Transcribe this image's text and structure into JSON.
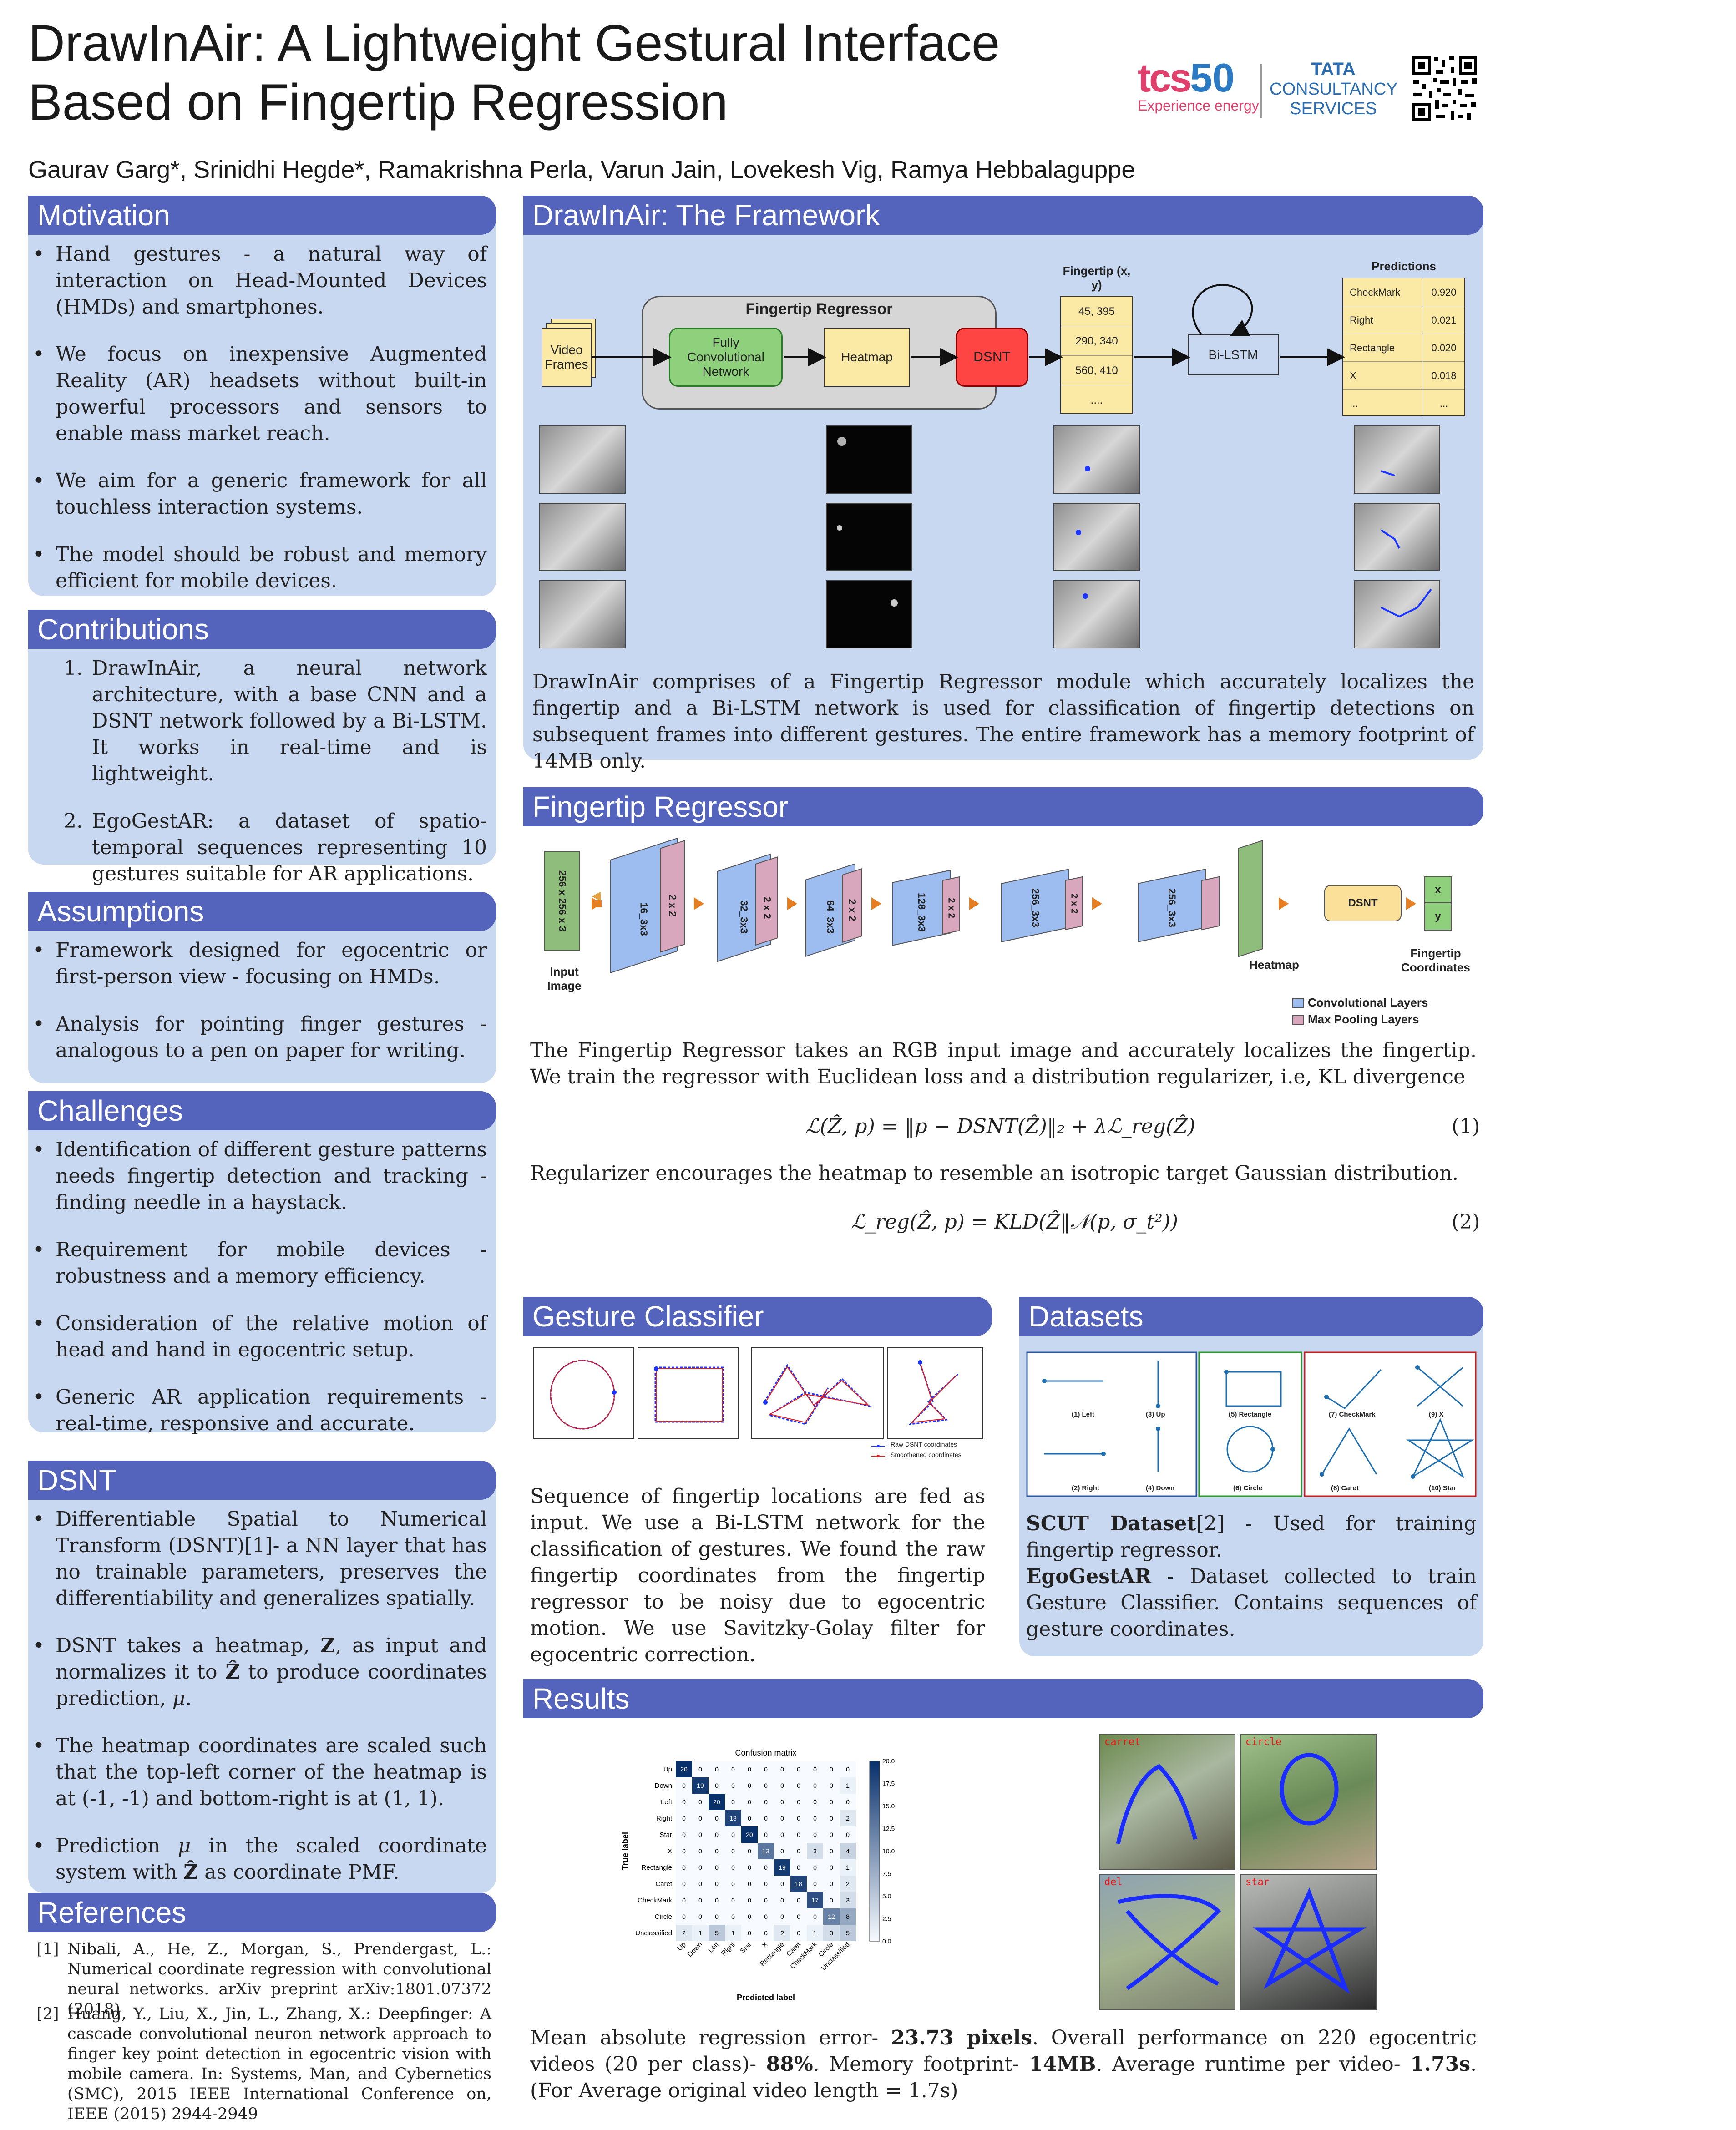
{
  "header": {
    "title_line1": "DrawInAir: A Lightweight Gestural Interface",
    "title_line2": "Based on Fingertip Regression",
    "authors": "Gaurav Garg*, Srinidhi Hegde*, Ramakrishna Perla, Varun Jain, Lovekesh Vig, Ramya Hebbalaguppe",
    "logo_tcs": "tcs",
    "logo_num": "50",
    "logo_tagline": "Experience energy",
    "logo_tata": "TATA",
    "logo_cons": "CONSULTANCY",
    "logo_serv": "SERVICES"
  },
  "motivation": {
    "heading": "Motivation",
    "items": [
      "Hand gestures - a natural way of interaction on Head-Mounted Devices (HMDs) and smartphones.",
      "We focus on inexpensive Augmented Reality (AR) headsets without built-in powerful processors and sensors to enable mass market reach.",
      "We aim for a generic framework for all touchless interaction systems.",
      "The model should be robust and memory efficient for mobile devices."
    ]
  },
  "contributions": {
    "heading": "Contributions",
    "items": [
      {
        "num": "1.",
        "text": "DrawInAir, a neural network architecture, with a base CNN and a DSNT network followed by a Bi-LSTM. It works in real-time and is lightweight."
      },
      {
        "num": "2.",
        "text": "EgoGestAR: a dataset of spatio-temporal sequences representing 10 gestures suitable for AR applications."
      }
    ]
  },
  "assumptions": {
    "heading": "Assumptions",
    "items": [
      "Framework designed for egocentric or first-person view - focusing on HMDs.",
      "Analysis for pointing finger gestures - analogous to a pen on paper for writing."
    ]
  },
  "challenges": {
    "heading": "Challenges",
    "items": [
      "Identification of different gesture patterns needs fingertip detection and tracking - finding needle in a haystack.",
      "Requirement for mobile devices - robustness and a memory efficiency.",
      "Consideration of the relative motion of head and hand in egocentric setup.",
      "Generic AR application requirements - real-time, responsive and accurate."
    ]
  },
  "dsnt": {
    "heading": "DSNT",
    "i1": "Differentiable Spatial to Numerical Transform (DSNT)[1]- a NN layer that has no trainable parameters, preserves the differentiability and generalizes spatially.",
    "i2a": "DSNT takes a heatmap, ",
    "i2b": "Z",
    "i2c": ", as input and normalizes it to ",
    "i2d": "Ẑ",
    "i2e": " to produce coordinates prediction, ",
    "i2f": "μ",
    "i2g": ".",
    "i3": "The heatmap coordinates are scaled such that the top-left corner of the heatmap is at (-1, -1) and bottom-right is at (1, 1).",
    "i4a": "Prediction ",
    "i4b": "μ",
    "i4c": " in the scaled coordinate system with ",
    "i4d": "Ẑ",
    "i4e": " as coordinate PMF."
  },
  "references": {
    "heading": "References",
    "items": [
      {
        "num": "[1]",
        "text": "Nibali, A., He, Z., Morgan, S., Prendergast, L.: Numerical coordinate regression with convolutional neural networks. arXiv preprint arXiv:1801.07372 (2018)"
      },
      {
        "num": "[2]",
        "text": "Huang, Y., Liu, X., Jin, L., Zhang, X.: Deepfinger: A cascade convolutional neuron network approach to finger key point detection in egocentric vision with mobile camera. In: Systems, Man, and Cybernetics (SMC), 2015 IEEE International Conference on, IEEE (2015) 2944-2949"
      }
    ]
  },
  "framework": {
    "heading": "DrawInAir: The Framework",
    "video": "Video Frames",
    "regressor_title": "Fingertip Regressor",
    "fcn": "Fully Convolutional Network",
    "heatmap": "Heatmap",
    "dsnt": "DSNT",
    "fingertip_label": "Fingertip (x, y)",
    "coords": [
      "45, 395",
      "290, 340",
      "560, 410",
      "...."
    ],
    "bilstm": "Bi-LSTM",
    "predictions_label": "Predictions",
    "predictions": [
      [
        "CheckMark",
        "0.920"
      ],
      [
        "Right",
        "0.021"
      ],
      [
        "Rectangle",
        "0.020"
      ],
      [
        "X",
        "0.018"
      ],
      [
        "...",
        "..."
      ]
    ],
    "caption": "DrawInAir comprises of a Fingertip Regressor module which accurately localizes the fingertip and a Bi-LSTM network is used for classification of fingertip detections on subsequent frames into different gestures. The entire framework has a memory footprint of 14MB only."
  },
  "regressor": {
    "heading": "Fingertip Regressor",
    "input": "256 x 256 x 3",
    "input_label": "Input Image",
    "conv": [
      "16_3x3",
      "32_3x3",
      "64_3x3",
      "128_3x3",
      "256_3x3",
      "256_3x3"
    ],
    "pool": "2 x 2",
    "heatmap": "Heatmap",
    "dsnt": "DSNT",
    "x": "x",
    "y": "y",
    "output_label": "Fingertip Coordinates",
    "legend_conv": "Convolutional Layers",
    "legend_pool": "Max Pooling Layers",
    "p1": "The Fingertip Regressor takes an RGB input image and accurately localizes the fingertip. We train the regressor with Euclidean loss and a distribution regularizer, i.e, KL divergence",
    "eq1": "ℒ(Ẑ, p) = ‖p − DSNT(Ẑ)‖₂ + λℒ_reg(Ẑ)",
    "eq1_num": "(1)",
    "p2": "Regularizer encourages the heatmap to resemble an isotropic target Gaussian distribution.",
    "eq2": "ℒ_reg(Ẑ, p) = KLD(Ẑ‖𝒩(p, σ_t²))",
    "eq2_num": "(2)"
  },
  "classifier": {
    "heading": "Gesture Classifier",
    "legend_raw": "Raw DSNT coordinates",
    "legend_smooth": "Smoothened coordinates",
    "text": "Sequence of fingertip locations are fed as input. We use a Bi-LSTM network for the classification of gestures. We found the raw fingertip coordinates from the fingertip regressor to be noisy due to egocentric motion. We use Savitzky-Golay filter for egocentric correction."
  },
  "datasets": {
    "heading": "Datasets",
    "gestures": [
      "(1) Left",
      "(3) Up",
      "(5) Rectangle",
      "(7) CheckMark",
      "(9) X",
      "(2) Right",
      "(4) Down",
      "(6) Circle",
      "(8) Caret",
      "(10) Star"
    ],
    "scut": "SCUT Dataset",
    "scut_rest": "[2] - Used for training fingertip regressor.",
    "ego": "EgoGestAR",
    "ego_rest": " - Dataset collected to train Gesture Classifier. Contains sequences of gesture coordinates."
  },
  "results": {
    "heading": "Results",
    "cm_title": "Confusion matrix",
    "xlabel": "Predicted label",
    "ylabel": "True label",
    "labels": [
      "Up",
      "Down",
      "Left",
      "Right",
      "Star",
      "X",
      "Rectangle",
      "Caret",
      "CheckMark",
      "Circle",
      "Unclassified"
    ],
    "matrix": [
      [
        20,
        0,
        0,
        0,
        0,
        0,
        0,
        0,
        0,
        0,
        0
      ],
      [
        0,
        19,
        0,
        0,
        0,
        0,
        0,
        0,
        0,
        0,
        1
      ],
      [
        0,
        0,
        20,
        0,
        0,
        0,
        0,
        0,
        0,
        0,
        0
      ],
      [
        0,
        0,
        0,
        18,
        0,
        0,
        0,
        0,
        0,
        0,
        2
      ],
      [
        0,
        0,
        0,
        0,
        20,
        0,
        0,
        0,
        0,
        0,
        0
      ],
      [
        0,
        0,
        0,
        0,
        0,
        13,
        0,
        0,
        3,
        0,
        4
      ],
      [
        0,
        0,
        0,
        0,
        0,
        0,
        19,
        0,
        0,
        0,
        1
      ],
      [
        0,
        0,
        0,
        0,
        0,
        0,
        0,
        18,
        0,
        0,
        2
      ],
      [
        0,
        0,
        0,
        0,
        0,
        0,
        0,
        0,
        17,
        0,
        3
      ],
      [
        0,
        0,
        0,
        0,
        0,
        0,
        0,
        0,
        0,
        12,
        8
      ],
      [
        2,
        1,
        5,
        1,
        0,
        0,
        2,
        0,
        1,
        3,
        5
      ]
    ],
    "cbar": [
      "20.0",
      "17.5",
      "15.0",
      "12.5",
      "10.0",
      "7.5",
      "5.0",
      "2.5",
      "0.0"
    ],
    "photo_labels": [
      "carret",
      "circle",
      "del",
      "star"
    ],
    "s1": "Mean absolute regression error- ",
    "b1": "23.73 pixels",
    "s2": ". Overall performance on 220 egocentric videos (20 per class)- ",
    "b2": "88%",
    "s3": ". Memory footprint- ",
    "b3": "14MB",
    "s4": ". Average runtime per video- ",
    "b4": "1.73s",
    "s5": ". (For Average original video length = 1.7s)"
  },
  "colors": {
    "accent": "#5464bd",
    "panel": "#c9d8f1"
  }
}
